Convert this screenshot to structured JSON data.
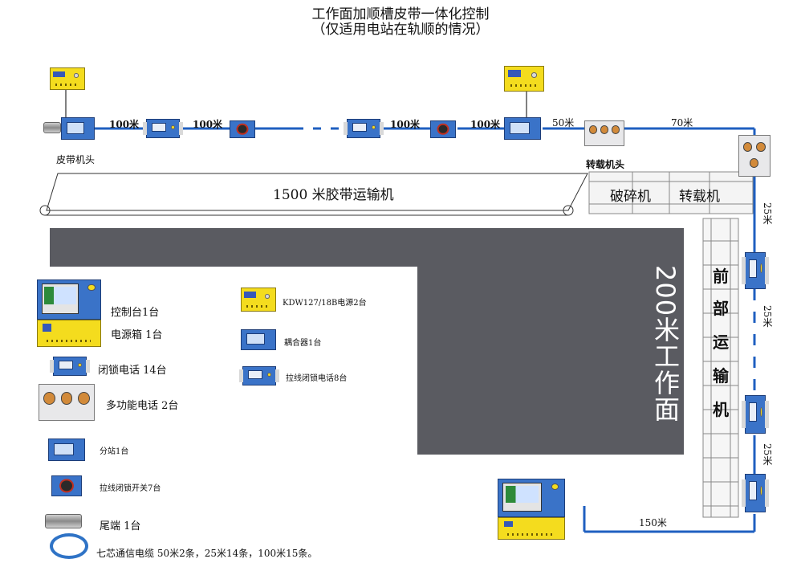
{
  "title": {
    "line1": "工作面加顺槽皮带一体化控制",
    "line2": "（仅适用电站在轨顺的情况）"
  },
  "distances": {
    "d1": "100米",
    "d2": "100米",
    "d3": "100米",
    "d4": "100米",
    "d5": "50米",
    "d6": "70米",
    "d7": "25米",
    "d8": "25米",
    "d9": "25米",
    "d10": "150米"
  },
  "labels": {
    "belt_head": "皮带机头",
    "transfer_head": "转载机头",
    "conveyor": "1500 米胶带运输机",
    "crusher": "破碎机",
    "loader": "转载机",
    "face": "200米工作面",
    "front_conveyor": [
      "前",
      "部",
      "运",
      "输",
      "机"
    ]
  },
  "legend": {
    "console": "控制台1台",
    "power_box": "电源箱 1台",
    "lock_phone": "闭锁电话 14台",
    "multi_phone": "多功能电话 2台",
    "substation": "分站1台",
    "pull_switch": "拉线闭锁开关7台",
    "tail": "尾端 1台",
    "cable": "七芯通信电缆 50米2条，25米14条，100米15条。",
    "power_supply": "KDW127/18B电源2台",
    "coupler": "耦合器1台",
    "pull_phone": "拉线闭锁电话8台"
  },
  "colors": {
    "cable_line": "#1f5fc0",
    "face_gray": "#5a5b61",
    "device_blue": "#3a73c8",
    "psu_yellow": "#f4dc1e"
  }
}
